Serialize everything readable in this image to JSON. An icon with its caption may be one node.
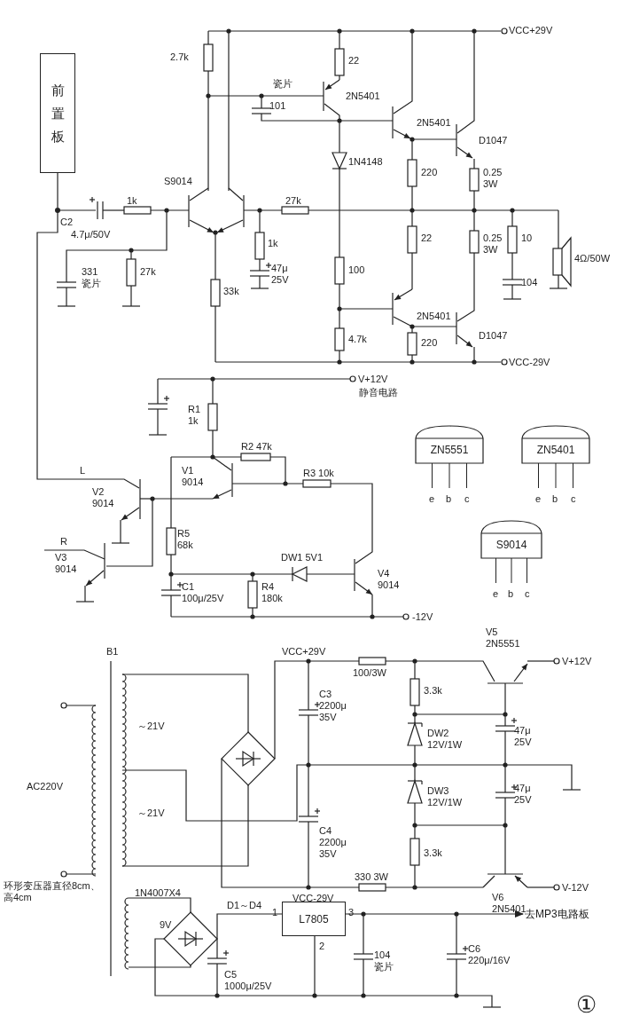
{
  "diagram": {
    "nodes": [
      {
        "text": [
          "前置板"
        ]
      },
      {
        "text": [
          "ZN5551"
        ]
      },
      {
        "text": [
          "ZN5401"
        ]
      },
      {
        "text": [
          "S9014"
        ]
      },
      {
        "text": [
          "L7805"
        ],
        "beside": [
          "1",
          "3",
          "2"
        ]
      },
      {
        "text": [
          "去MP3电路板"
        ]
      },
      {
        "text": [],
        "shape": "circle"
      }
    ],
    "edges": [
      {
        "from": 4,
        "to": 5,
        "arrow": "to"
      },
      {
        "from": 0,
        "to": 6,
        "arrow": "none"
      }
    ],
    "labels": [
      "VCC+29V",
      "2.7k",
      "22",
      "瓷片",
      "101",
      "2N5401",
      "2N5401",
      "D1047",
      "1N4148",
      "220",
      "0.25 3W",
      "S9014",
      "1k",
      "27k",
      "C2",
      "4.7μ/50V",
      "331 瓷片",
      "27k",
      "33k",
      "1k",
      "47μ 25V",
      "100",
      "22",
      "0.25 3W",
      "10",
      "104",
      "4Ω/50W",
      "2N5401",
      "D1047",
      "4.7k",
      "220",
      "VCC-29V",
      "V+12V",
      "静音电路",
      "R1 1k",
      "R2 47k",
      "L",
      "V1 9014",
      "R3 10k",
      "V2 9014",
      "R5 68k",
      "R",
      "V3 9014",
      "DW1 5V1",
      "V4 9014",
      "C1 100μ/25V",
      "R4 180k",
      "-12V",
      "e",
      "b",
      "c",
      "e",
      "b",
      "c",
      "e",
      "b",
      "c",
      "B1",
      "VCC+29V",
      "100/3W",
      "V5 2N5551",
      "V+12V",
      "3.3k",
      "～21V",
      "C3 2200μ 35V",
      "DW2 12V/1W",
      "47μ 25V",
      "AC220V",
      "DW3 12V/1W",
      "47μ 25V",
      "～21V",
      "C4 2200μ 35V",
      "3.3k",
      "330 3W",
      "V6 2N5401",
      "V-12V",
      "环形变压器直径8cm、高4cm",
      "1N4007X4",
      "VCC-29V",
      "D1～D4",
      "9V",
      "104 瓷片",
      "C5 1000μ/25V",
      "C6 220μ/16V",
      "①"
    ]
  }
}
